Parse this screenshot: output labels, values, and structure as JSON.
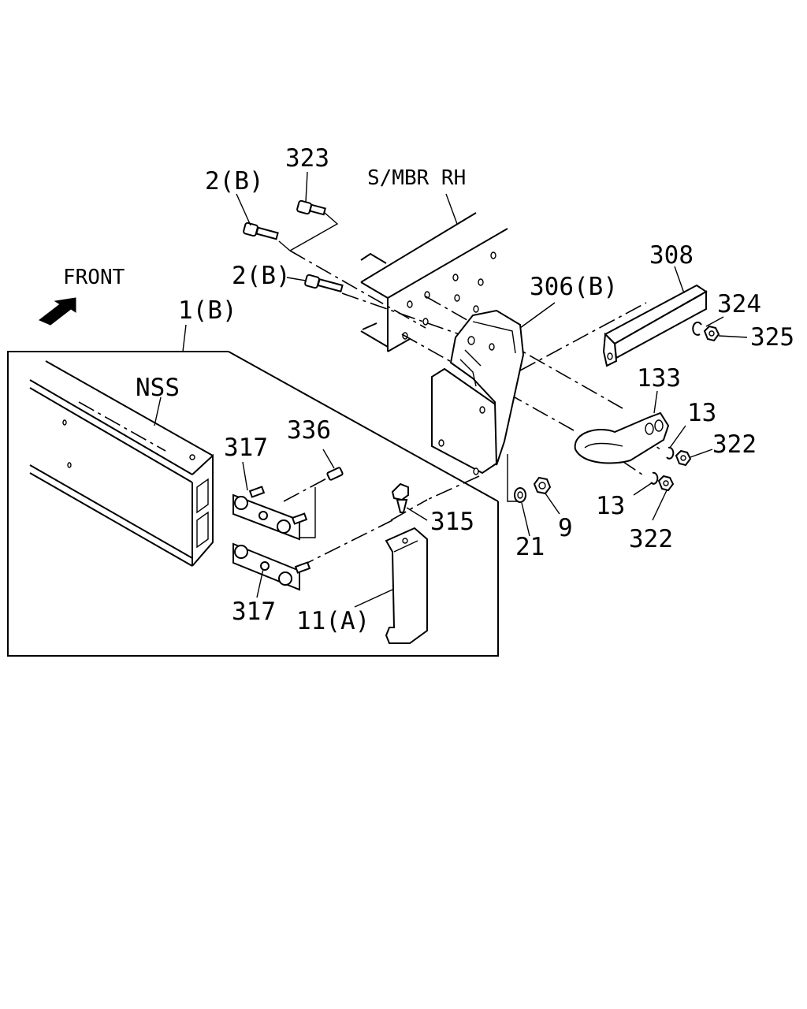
{
  "diagram": {
    "labels": {
      "front": "FRONT",
      "member": "S/MBR RH",
      "nss": "NSS",
      "p1b": "1(B)",
      "p2b_top": "2(B)",
      "p2b_mid": "2(B)",
      "p323": "323",
      "p306b": "306(B)",
      "p308": "308",
      "p324": "324",
      "p325": "325",
      "p133": "133",
      "p13_top": "13",
      "p13_bot": "13",
      "p322_top": "322",
      "p322_bot": "322",
      "p9": "9",
      "p21": "21",
      "p315": "315",
      "p317_top": "317",
      "p317_bot": "317",
      "p336": "336",
      "p11a": "11(A)"
    },
    "icons": {
      "front_arrow": "front-arrow-icon"
    }
  }
}
